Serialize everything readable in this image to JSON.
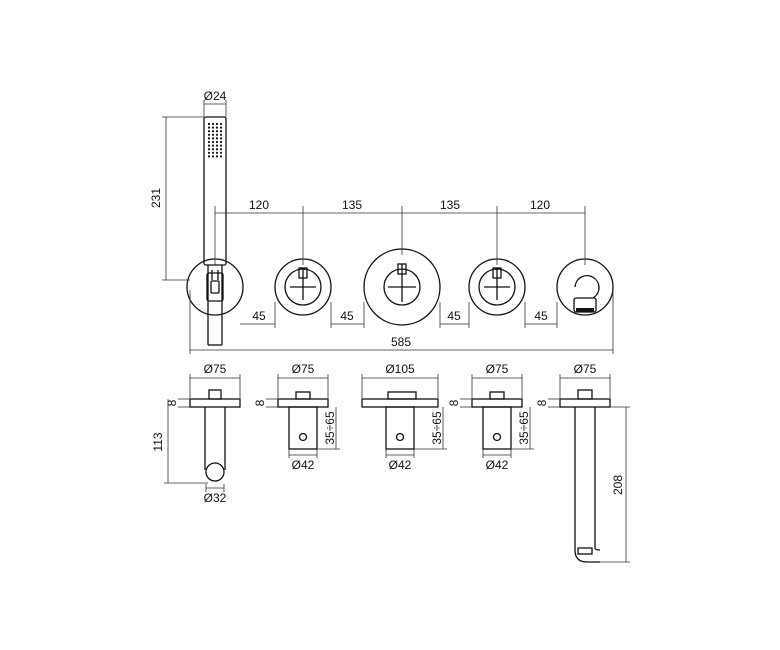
{
  "drawing": {
    "front_view": {
      "handshower_diameter": "Ø24",
      "handshower_height": "231",
      "spacing": [
        "120",
        "135",
        "135",
        "120"
      ],
      "knob_offsets": [
        "45",
        "45",
        "45",
        "45"
      ],
      "overall_length": "585"
    },
    "section_view": {
      "holder_plate_diameter": "Ø75",
      "holder_plate_thickness": "8",
      "holder_depth": "113",
      "holder_outlet_diameter": "Ø32",
      "left_valve_plate_diameter": "Ø75",
      "left_valve_plate_thickness": "8",
      "left_valve_body_diameter": "Ø42",
      "left_valve_recess": "35÷65",
      "center_valve_plate_diameter": "Ø105",
      "center_valve_body_diameter": "Ø42",
      "center_valve_recess": "35÷65",
      "right_valve_plate_diameter": "Ø75",
      "right_valve_plate_thickness": "8",
      "right_valve_body_diameter": "Ø42",
      "right_valve_recess": "35÷65",
      "spout_plate_diameter": "Ø75",
      "spout_plate_thickness": "8",
      "spout_length": "208"
    }
  }
}
